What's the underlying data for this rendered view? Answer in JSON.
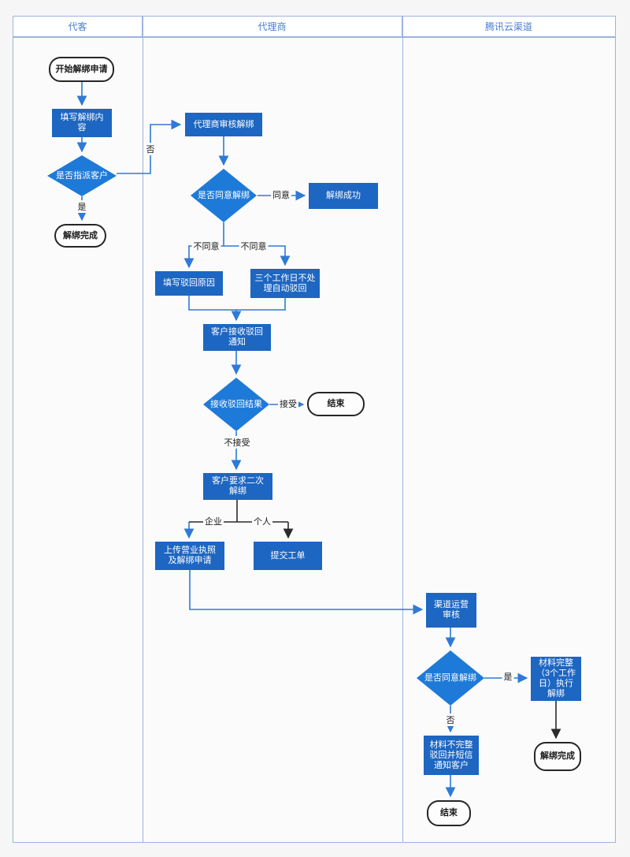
{
  "lanes": {
    "customer": "代客",
    "agent": "代理商",
    "tencent": "腾讯云渠道"
  },
  "nodes": {
    "start_request": "开始解绑申请",
    "fill_content": "填写解绑内\n容",
    "assign_customer": "是否指派客户",
    "unbind_done_left": "解绑完成",
    "agent_review": "代理商审核解绑",
    "agree_unbind": "是否同意解绑",
    "unbind_success": "解绑成功",
    "fill_reject_reason": "填写驳回原因",
    "auto_reject": "三个工作日不处\n理自动驳回",
    "receive_notice": "客户接收驳回\n通知",
    "receive_result": "接收驳回结果",
    "end_middle": "结束",
    "second_unbind": "客户要求二次\n解绑",
    "upload_license": "上传营业执照\n及解绑申请",
    "submit_ticket": "提交工单",
    "channel_review": "渠道运营\n审核",
    "channel_agree": "是否同意解绑",
    "material_complete": "材料完整\n（3个工作\n日）执行\n解绑",
    "material_incomplete": "材料不完整\n驳回并短信\n通知客户",
    "end_bottom": "结束",
    "unbind_done_right": "解绑完成"
  },
  "edge_labels": {
    "no1": "否",
    "yes1": "是",
    "agree": "同意",
    "disagree_left": "不同意",
    "disagree_right": "不同意",
    "accept": "接受",
    "not_accept": "不接受",
    "enterprise": "企业",
    "personal": "个人",
    "yes2": "是",
    "no2": "否"
  },
  "colors": {
    "process_fill": "#1d66c2",
    "decision_fill": "#1e7ad8",
    "line_blue": "#2e7ad6",
    "line_dark": "#2b2b2b",
    "lane_border": "#9cb3de",
    "header_text": "#4a7ed2"
  }
}
